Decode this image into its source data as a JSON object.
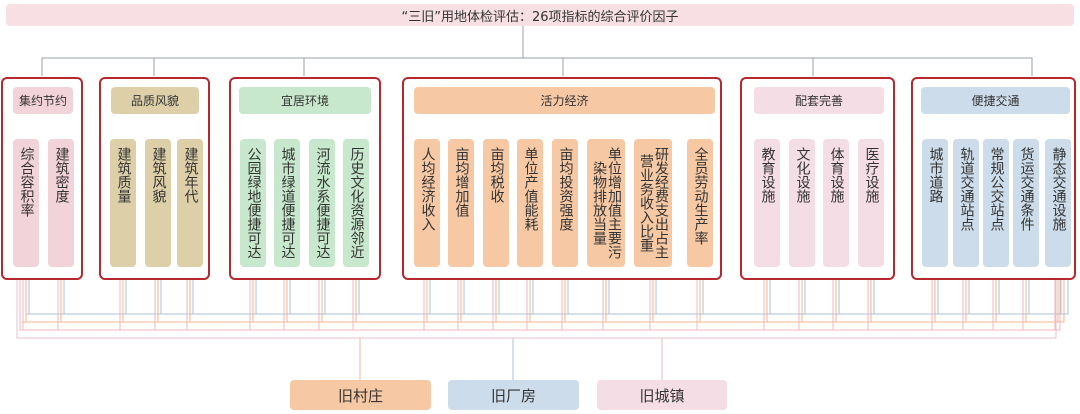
{
  "title": "“三旧”用地体检评估：26项指标的综合评价因子",
  "groups": [
    {
      "label": "集约节约",
      "factors": [
        "综合容积率",
        "建筑密度"
      ]
    },
    {
      "label": "品质风貌",
      "factors": [
        "建筑质量",
        "建筑风貌",
        "建筑年代"
      ]
    },
    {
      "label": "宜居环境",
      "factors": [
        "公园绿地便捷可达",
        "城市绿道便捷可达",
        "河流水系便捷可达",
        "历史文化资源邻近"
      ]
    },
    {
      "label": "活力经济",
      "factors": [
        "人均经济收入",
        "亩均增加值",
        "亩均税收",
        "单位产值能耗",
        "亩均投资强度",
        "单位增加值主要污染物排放当量",
        "研发经费支出占主营业务收入比重",
        "全员劳动生产率"
      ]
    },
    {
      "label": "配套完善",
      "factors": [
        "教育设施",
        "文化设施",
        "体育设施",
        "医疗设施"
      ]
    },
    {
      "label": "便捷交通",
      "factors": [
        "城市道路",
        "轨道交通站点",
        "常规公交站点",
        "货运交通条件",
        "静态交通设施"
      ]
    }
  ],
  "categories": [
    "旧村庄",
    "旧厂房",
    "旧城镇"
  ],
  "colors": {
    "frame": "#b8272d",
    "connector_gray": "#9aa0a6",
    "line_pink": "#f0b6bf",
    "line_orange": "#f4b48a",
    "line_blue": "#a9c2da"
  }
}
